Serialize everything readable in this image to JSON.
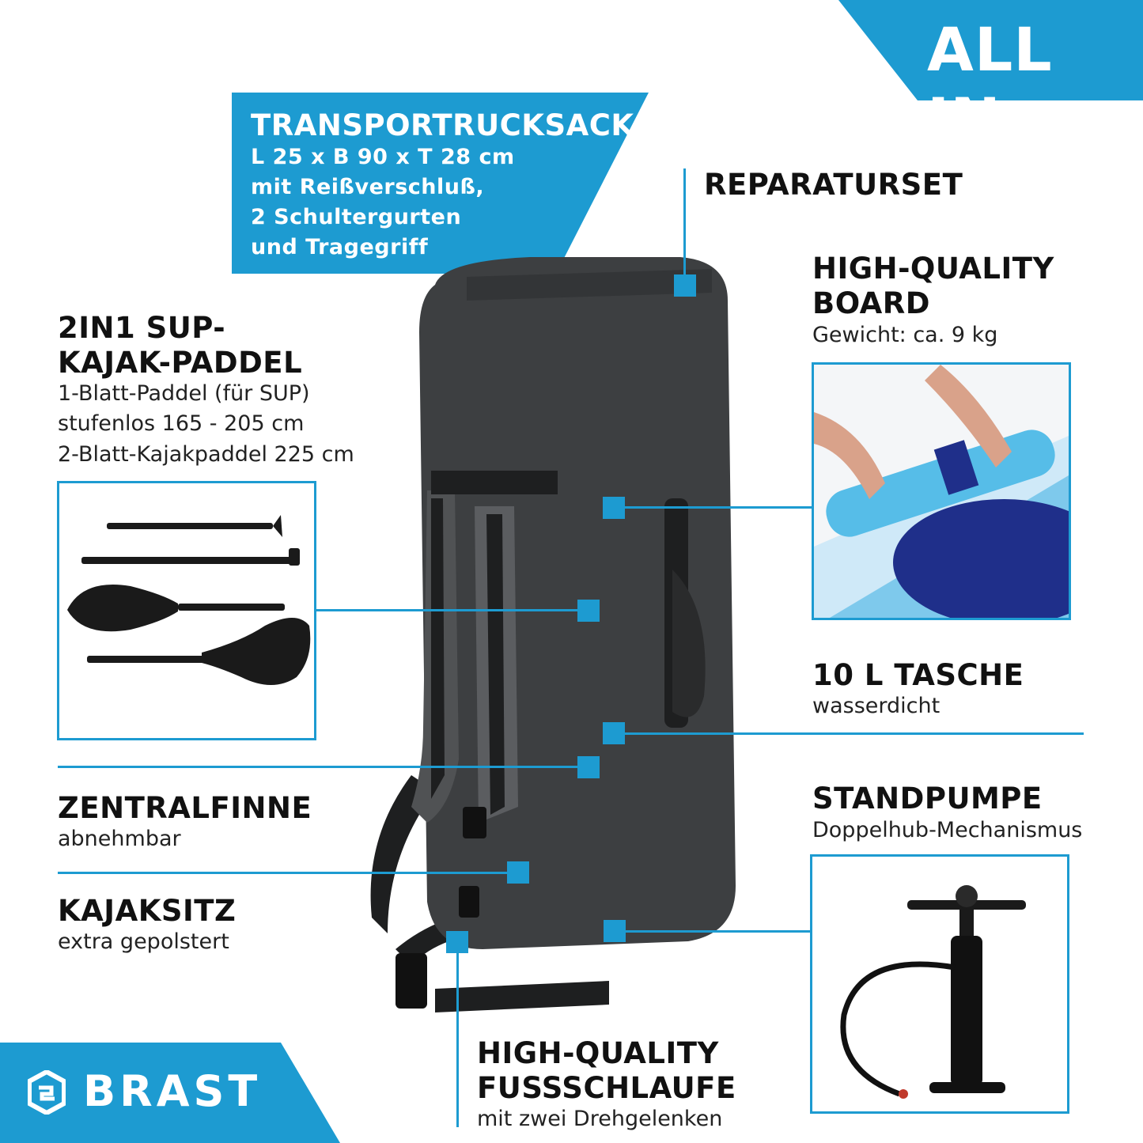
{
  "corner_banner": "ALL IN",
  "transport": {
    "title": "TRANSPORTRUCKSACK",
    "lines": [
      "L 25 x B 90 x T 28 cm",
      "mit Reißverschluß,",
      "2 Schultergurten",
      "und Tragegriff"
    ]
  },
  "repair": {
    "title": "REPARATURSET"
  },
  "board": {
    "title_1": "HIGH-QUALITY",
    "title_2": "BOARD",
    "sub": "Gewicht: ca. 9 kg"
  },
  "paddle": {
    "title_1": "2IN1 SUP-",
    "title_2": "KAJAK-PADDEL",
    "lines": [
      "1-Blatt-Paddel (für SUP)",
      "stufenlos 165 - 205 cm",
      "2-Blatt-Kajakpaddel 225 cm"
    ]
  },
  "bag10": {
    "title": "10 L TASCHE",
    "sub": "wasserdicht"
  },
  "fin": {
    "title": "ZENTRALFINNE",
    "sub": "abnehmbar"
  },
  "pump": {
    "title": "STANDPUMPE",
    "sub": "Doppelhub-Mechanismus"
  },
  "seat": {
    "title": "KAJAKSITZ",
    "sub": "extra gepolstert"
  },
  "foot": {
    "title_1": "HIGH-QUALITY",
    "title_2": "FUSSSCHLAUFE",
    "sub": "mit zwei Drehgelenken"
  },
  "brand": {
    "name": "BRAST"
  },
  "colors": {
    "accent": "#1d9bd1",
    "bag": "#3d3f41",
    "text": "#111111"
  }
}
